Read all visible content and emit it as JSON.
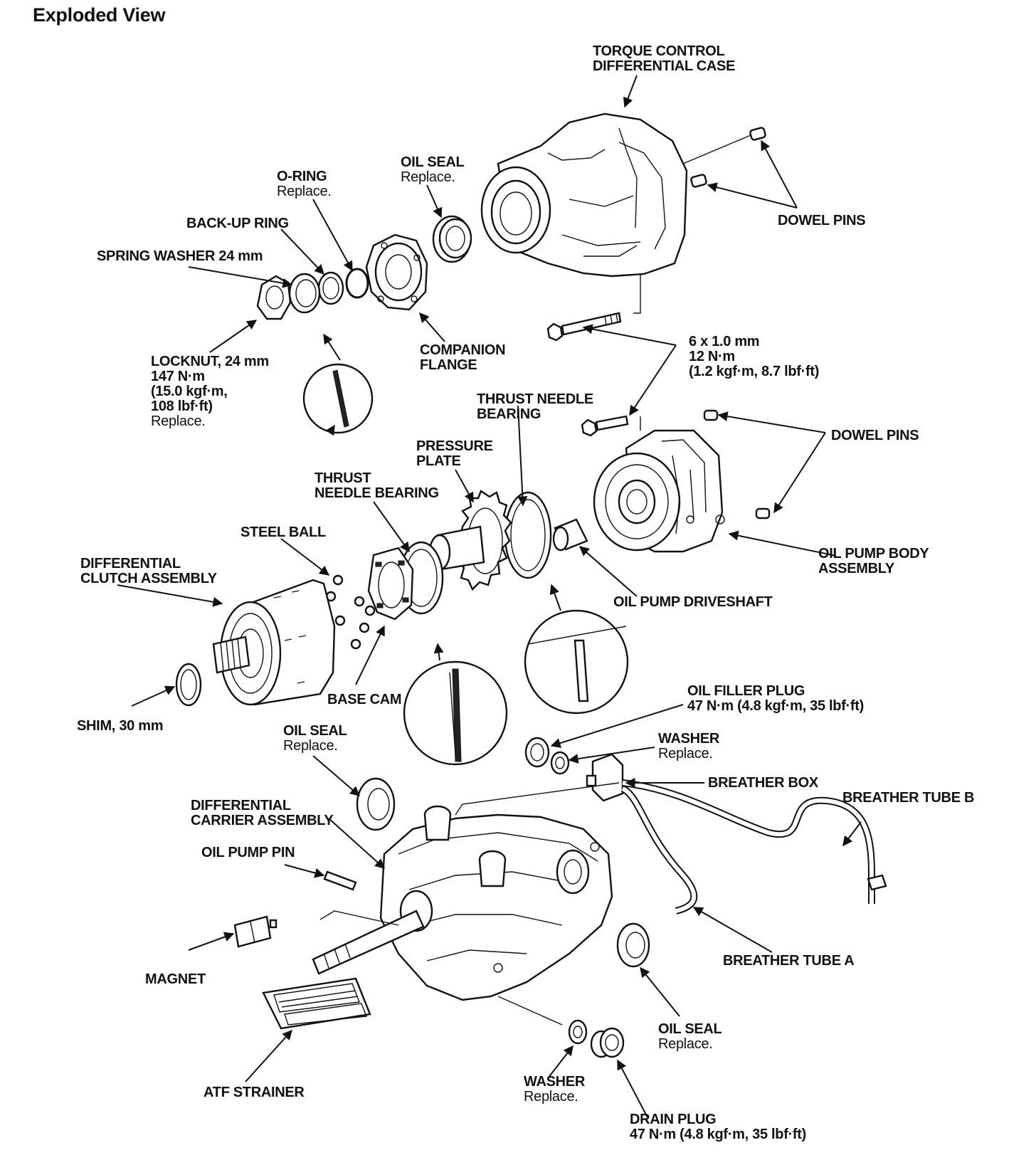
{
  "title": "Exploded View",
  "labels": {
    "torque_control_case": [
      "TORQUE CONTROL",
      "DIFFERENTIAL CASE"
    ],
    "dowel_pins_top": [
      "DOWEL PINS"
    ],
    "oil_seal_top": [
      "OIL SEAL"
    ],
    "oil_seal_top_note": "Replace.",
    "o_ring": [
      "O-RING"
    ],
    "o_ring_note": "Replace.",
    "back_up_ring": [
      "BACK-UP RING"
    ],
    "spring_washer": [
      "SPRING WASHER 24 mm"
    ],
    "companion_flange": [
      "COMPANION",
      "FLANGE"
    ],
    "locknut": [
      "LOCKNUT, 24 mm",
      "147 N·m",
      "(15.0 kgf·m,",
      "108 lbf·ft)"
    ],
    "locknut_note": "Replace.",
    "bolt": [
      "6 x 1.0 mm",
      "12 N·m",
      "(1.2 kgf·m, 8.7 lbf·ft)"
    ],
    "thrust_needle_bearing_right": [
      "THRUST NEEDLE",
      "BEARING"
    ],
    "dowel_pins_mid": [
      "DOWEL PINS"
    ],
    "pressure_plate": [
      "PRESSURE",
      "PLATE"
    ],
    "thrust_needle_bearing_left": [
      "THRUST",
      "NEEDLE BEARING"
    ],
    "steel_ball": [
      "STEEL BALL"
    ],
    "oil_pump_body": [
      "OIL PUMP BODY",
      "ASSEMBLY"
    ],
    "differential_clutch": [
      "DIFFERENTIAL",
      "CLUTCH ASSEMBLY"
    ],
    "oil_pump_driveshaft": [
      "OIL PUMP DRIVESHAFT"
    ],
    "base_cam": [
      "BASE CAM"
    ],
    "shim": [
      "SHIM, 30 mm"
    ],
    "oil_filler_plug": [
      "OIL FILLER PLUG",
      "47 N·m (4.8 kgf·m, 35 lbf·ft)"
    ],
    "oil_seal_mid": [
      "OIL SEAL"
    ],
    "oil_seal_mid_note": "Replace.",
    "washer_top": [
      "WASHER"
    ],
    "washer_top_note": "Replace.",
    "breather_box": [
      "BREATHER BOX"
    ],
    "breather_tube_b": [
      "BREATHER TUBE B"
    ],
    "differential_carrier": [
      "DIFFERENTIAL",
      "CARRIER ASSEMBLY"
    ],
    "oil_pump_pin": [
      "OIL PUMP PIN"
    ],
    "magnet": [
      "MAGNET"
    ],
    "breather_tube_a": [
      "BREATHER TUBE A"
    ],
    "oil_seal_bottom": [
      "OIL SEAL"
    ],
    "oil_seal_bottom_note": "Replace.",
    "atf_strainer": [
      "ATF STRAINER"
    ],
    "washer_bottom": [
      "WASHER"
    ],
    "washer_bottom_note": "Replace.",
    "drain_plug": [
      "DRAIN PLUG",
      "47 N·m (4.8 kgf·m, 35 lbf·ft)"
    ]
  }
}
